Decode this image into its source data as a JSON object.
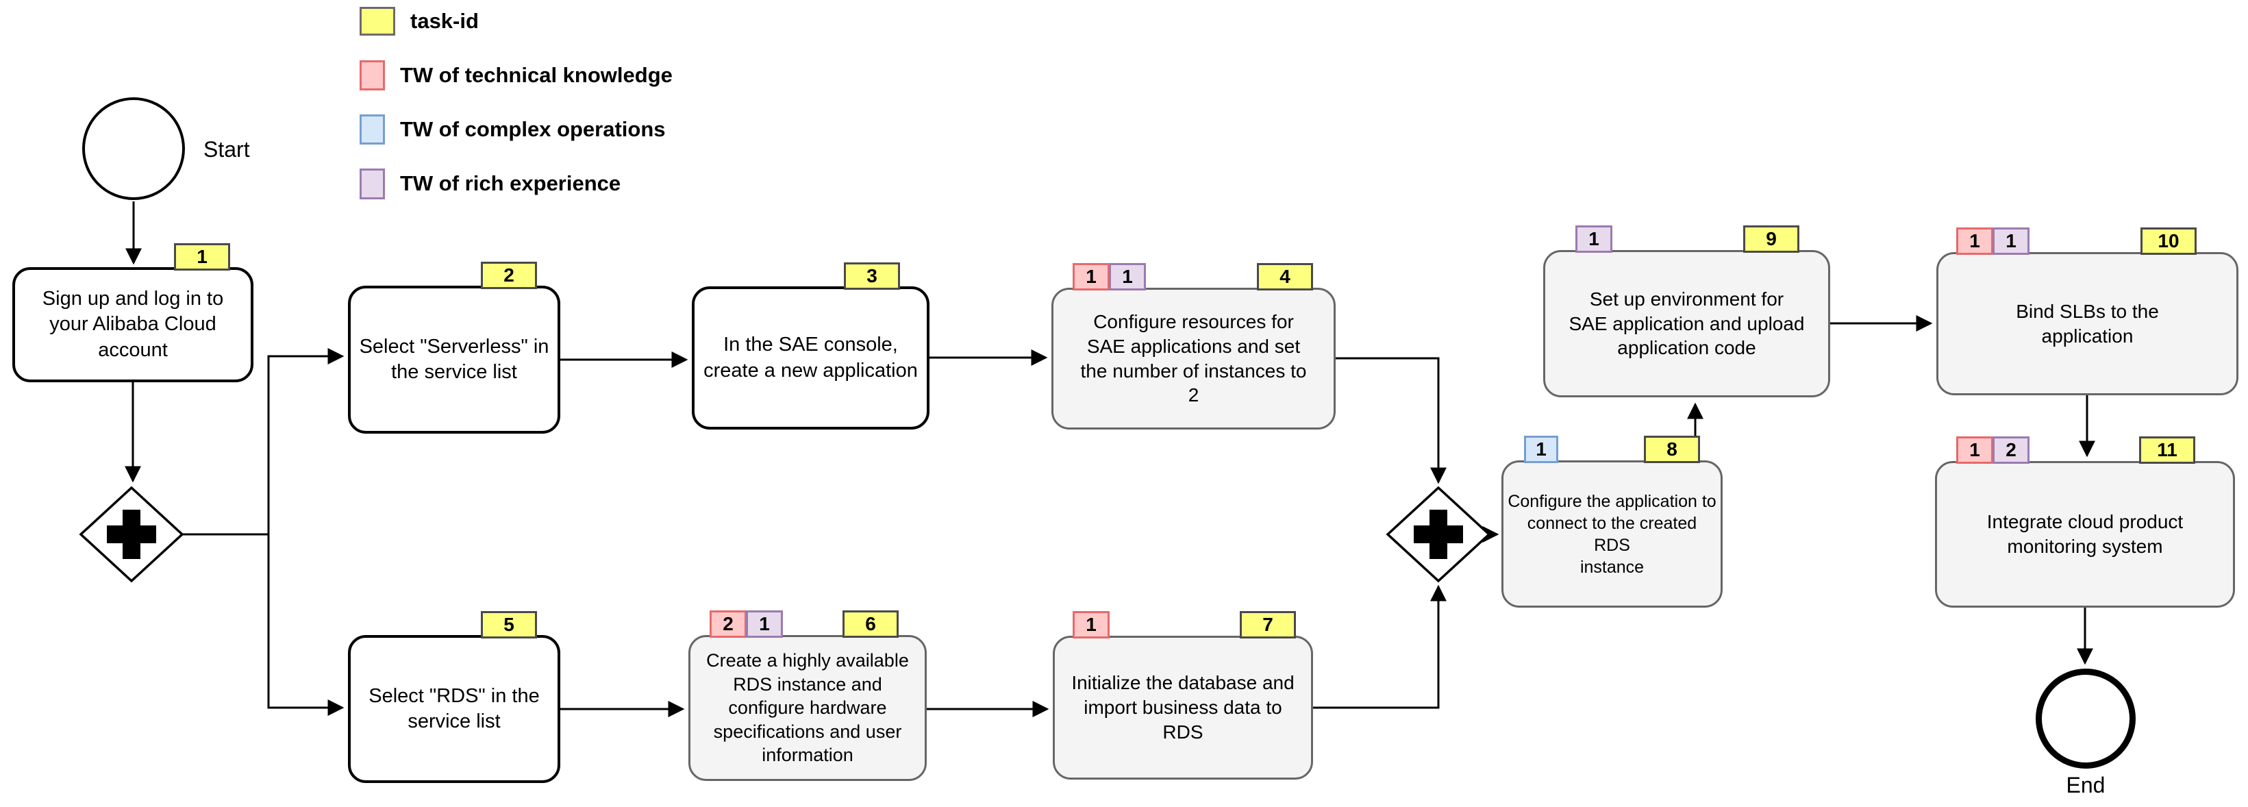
{
  "legend": {
    "items": [
      {
        "label": "task-id",
        "fill": "#FDFF7F",
        "stroke": "#4A4A4A"
      },
      {
        "label": "TW of technical knowledge",
        "fill": "#FFC9C9",
        "stroke": "#E8696B"
      },
      {
        "label": "TW of complex operations",
        "fill": "#D7E7FA",
        "stroke": "#759FD1"
      },
      {
        "label": "TW of rich experience",
        "fill": "#E7DAEC",
        "stroke": "#9B7BB0"
      }
    ]
  },
  "events": {
    "start": "Start",
    "end": "End"
  },
  "colors": {
    "plain_task_fill": "#FFFFFF",
    "plain_task_stroke": "#000000",
    "tw_task_fill": "#F4F4F4",
    "tw_task_stroke": "#666666"
  },
  "tasks": {
    "t1": {
      "task_id": "1",
      "label": "Sign up and log in to\nyour Alibaba Cloud\naccount"
    },
    "t2": {
      "task_id": "2",
      "label": "Select \"Serverless\" in\nthe service list"
    },
    "t3": {
      "task_id": "3",
      "label": "In the SAE console,\ncreate a new application"
    },
    "t4": {
      "task_id": "4",
      "tw_technical": "1",
      "tw_experience": "1",
      "label": "Configure resources for\nSAE applications and set\nthe number of instances to\n2"
    },
    "t5": {
      "task_id": "5",
      "label": "Select \"RDS\" in the\nservice list"
    },
    "t6": {
      "task_id": "6",
      "tw_technical": "2",
      "tw_experience": "1",
      "label": "Create a highly available\nRDS instance and\nconfigure hardware\nspecifications and user\ninformation"
    },
    "t7": {
      "task_id": "7",
      "tw_technical": "1",
      "label": "Initialize the database and\nimport business data to\nRDS"
    },
    "t8": {
      "task_id": "8",
      "tw_complex": "1",
      "label": "Configure the application to\nconnect to the created RDS\ninstance"
    },
    "t9": {
      "task_id": "9",
      "tw_experience": "1",
      "label": "Set up environment for\nSAE application and upload\napplication code"
    },
    "t10": {
      "task_id": "10",
      "tw_technical": "1",
      "tw_experience": "1",
      "label": "Bind SLBs to the\napplication"
    },
    "t11": {
      "task_id": "11",
      "tw_technical": "1",
      "tw_experience": "2",
      "label": "Integrate cloud product\nmonitoring system"
    }
  },
  "edges": [
    "start->t1",
    "t1->gateway-split",
    "gateway-split->t2",
    "gateway-split->t5",
    "t2->t3",
    "t3->t4",
    "t4->gateway-join",
    "t5->t6",
    "t6->t7",
    "t7->gateway-join",
    "gateway-join->t8",
    "t8->t9",
    "t9->t10",
    "t10->t11",
    "t11->end"
  ]
}
